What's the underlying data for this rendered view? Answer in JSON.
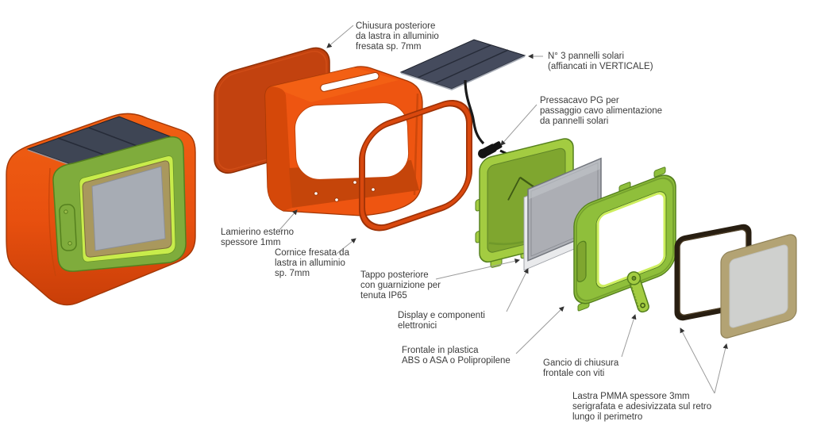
{
  "diagram": {
    "labels": [
      {
        "id": "chiusura-posteriore",
        "lines": [
          "Chiusura posteriore",
          "da lastra in alluminio",
          "fresata sp. 7mm"
        ]
      },
      {
        "id": "pannelli-solari",
        "lines": [
          "N° 3 pannelli solari",
          "(affiancati in VERTICALE)"
        ]
      },
      {
        "id": "pressacavo",
        "lines": [
          "Pressacavo PG per",
          "passaggio cavo alimentazione",
          "da pannelli solari"
        ]
      },
      {
        "id": "lamierino",
        "lines": [
          "Lamierino esterno",
          "spessore 1mm"
        ]
      },
      {
        "id": "cornice",
        "lines": [
          "Cornice fresata da",
          "lastra in alluminio",
          "sp. 7mm"
        ]
      },
      {
        "id": "tappo",
        "lines": [
          "Tappo posteriore",
          "con guarnizione per",
          "tenuta IP65"
        ]
      },
      {
        "id": "display",
        "lines": [
          "Display e componenti",
          "elettronici"
        ]
      },
      {
        "id": "frontale",
        "lines": [
          "Frontale in plastica",
          "ABS o ASA o Polipropilene"
        ]
      },
      {
        "id": "gancio",
        "lines": [
          "Gancio di chiusura",
          "frontale con viti"
        ]
      },
      {
        "id": "pmma",
        "lines": [
          "Lastra PMMA spessore 3mm",
          "serigrafata e adesivizzata sul retro",
          "lungo il perimetro"
        ]
      }
    ]
  },
  "colors": {
    "orange-bright": "#EE5511",
    "orange-mid": "#E04C0D",
    "orange-dark": "#C5450A",
    "orange-deep": "#C2420F",
    "orange-outline": "#A33705",
    "orange-darker": "#8E2F06",
    "green-main": "#8FBF3B",
    "green-light": "#A3CC41",
    "green-dark": "#6A9428",
    "green-deep": "#55801E",
    "green-lime": "#C8EC4B",
    "green-recess": "#7FA62F",
    "green-olive": "#7FAC3C",
    "slate": "#454B5D",
    "slate-dark": "#262B38",
    "slate-mid": "#3E4554",
    "display-gray": "#ACAEB4",
    "display-edge": "#70747B",
    "board-white": "#E9EAEC",
    "tan": "#B3A374",
    "tan-dark": "#8F8157",
    "pmma-center": "#D6DBE2",
    "gasket": "#281E11",
    "screen-gray": "#A7ACB4",
    "bezel-tan": "#A9985D",
    "text": "#3B3B3B",
    "leader": "#9B9B9B",
    "arrow": "#333333"
  }
}
